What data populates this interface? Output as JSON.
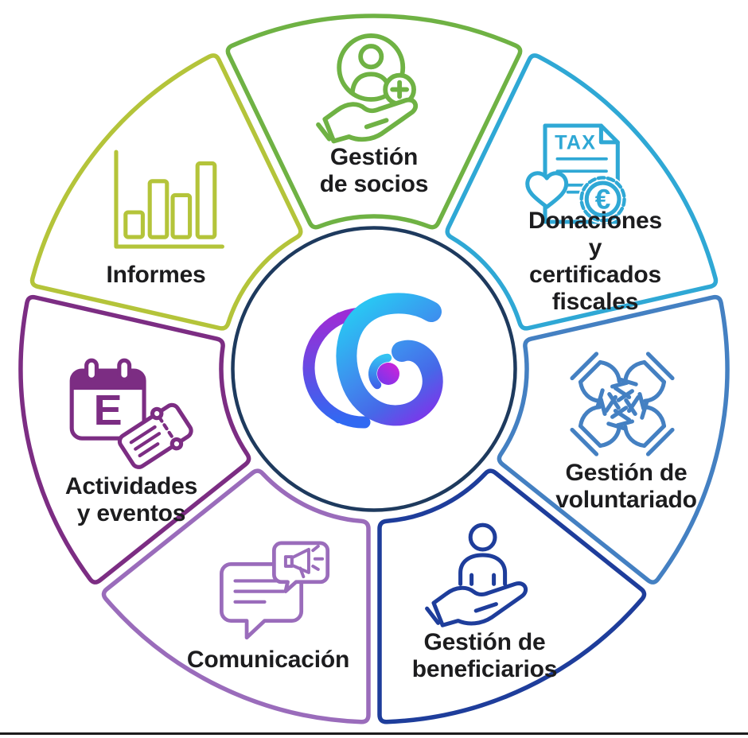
{
  "page": {
    "background": "#ffffff",
    "bottom_border_color": "#1c1c1c"
  },
  "text_color": "#1c1c1e",
  "center": {
    "ring_color": "#1e3a5e",
    "logo_name": "swirl-person-logo",
    "logo_colors": {
      "cyan": "#2ac4f3",
      "mid_blue": "#3f8bee",
      "blue": "#4668e8",
      "violet": "#7d35ea",
      "purple": "#9b2dd6",
      "crescent_blue": "#3069f2",
      "thin_blue_top": "#4b8bf5",
      "thin_blue_bottom": "#3a6cf0",
      "comma_cyan": "#34c3f2",
      "comma_blue": "#3f63e9",
      "magenta": "#cf23d8",
      "dot_violet": "#6d38ef"
    }
  },
  "segments": [
    {
      "id": "gestion-de-socios",
      "label": "Gestión\nde socios",
      "color": "#6fb244",
      "icon": "member-add-hand-icon"
    },
    {
      "id": "donaciones-certificados-fiscales",
      "label": "Donaciones y\ncertificados\nfiscales",
      "color": "#2fa8d5",
      "icon": "tax-heart-euro-icon",
      "icon_text": {
        "doc": "TAX",
        "coin": "€"
      }
    },
    {
      "id": "gestion-de-voluntariado",
      "label": "Gestión de\nvoluntariado",
      "color": "#4480c2",
      "icon": "four-hands-icon"
    },
    {
      "id": "gestion-de-beneficiarios",
      "label": "Gestión de\nbeneficiarios",
      "color": "#1e3d9b",
      "icon": "person-in-hand-icon"
    },
    {
      "id": "comunicacion",
      "label": "Comunicación",
      "color": "#9a6cbb",
      "icon": "chat-megaphone-icon"
    },
    {
      "id": "actividades-y-eventos",
      "label": "Actividades\ny eventos",
      "color": "#7c2d83",
      "icon": "calendar-ticket-icon",
      "icon_text": {
        "calendar": "E"
      }
    },
    {
      "id": "informes",
      "label": "Informes",
      "color": "#b4c43a",
      "icon": "bar-chart-icon"
    }
  ]
}
